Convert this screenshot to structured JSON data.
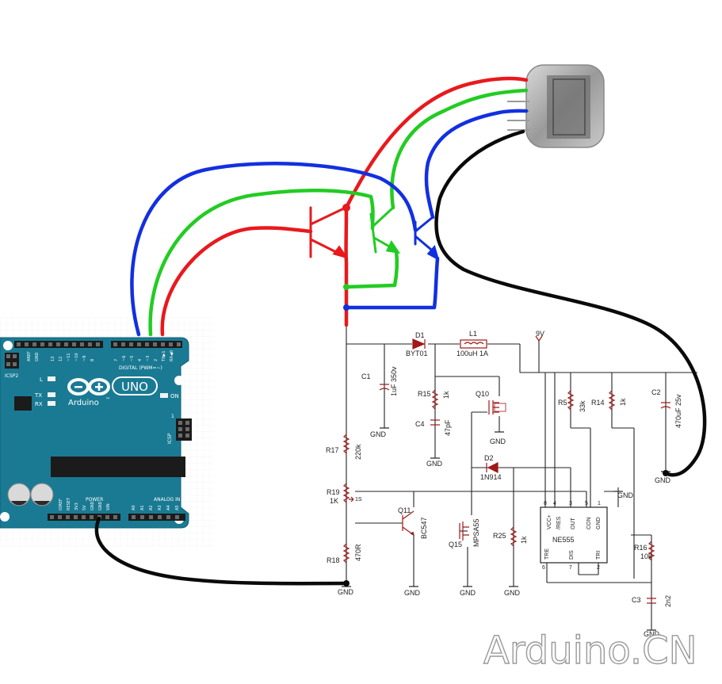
{
  "arduino": {
    "brand": "Arduino",
    "model": "UNO",
    "trademark": "™",
    "header_labels": [
      "AREF",
      "GND",
      "13",
      "12",
      "~11",
      "~10",
      "~9",
      "8",
      "7",
      "~6",
      "~5",
      "4",
      "~3",
      "2",
      "TX▶1",
      "RX◀0"
    ],
    "digital_label": "DIGITAL (PWM=~)",
    "icsp2_label": "ICSP2",
    "icsp_label": "ICSP",
    "led_l": "L",
    "led_tx": "TX",
    "led_rx": "RX",
    "on_label": "ON",
    "power_label": "POWER",
    "analog_label": "ANALOG IN",
    "power_pins": [
      "IOREF",
      "RESET",
      "3V3",
      "5V",
      "GND",
      "GND",
      "VIN"
    ],
    "analog_pins": [
      "A0",
      "A1",
      "A2",
      "A3",
      "A4",
      "A5"
    ],
    "icsp_pin_number": "1"
  },
  "schematic": {
    "supply": "9V",
    "components": {
      "D1": {
        "ref": "D1",
        "value": "BYT01"
      },
      "L1": {
        "ref": "L1",
        "value": "100uH 1A"
      },
      "C1": {
        "ref": "C1",
        "value": "1uF 350v"
      },
      "C2": {
        "ref": "C2",
        "value": "470uF 25v"
      },
      "C3": {
        "ref": "C3",
        "value": "2n2"
      },
      "C4": {
        "ref": "C4",
        "value": "47pF"
      },
      "R5": {
        "ref": "R5",
        "value": "33k"
      },
      "R14": {
        "ref": "R14",
        "value": "1k"
      },
      "R15": {
        "ref": "R15",
        "value": "1k"
      },
      "R16": {
        "ref": "R16",
        "value": "10k"
      },
      "R17": {
        "ref": "R17",
        "value": "220k"
      },
      "R18": {
        "ref": "R18",
        "value": "470R"
      },
      "R19": {
        "ref": "R19",
        "value": "1K"
      },
      "R25": {
        "ref": "R25",
        "value": "1k"
      },
      "Q10": {
        "ref": "Q10",
        "value": ""
      },
      "Q11": {
        "ref": "Q11",
        "value": "BC547"
      },
      "Q15": {
        "ref": "Q15",
        "value": "MPSA55"
      },
      "D2": {
        "ref": "D2",
        "value": "1N914"
      }
    },
    "ic": {
      "name": "NE555",
      "pins_top": [
        "VCC+",
        "/RES",
        "OUT",
        "CON",
        "GND"
      ],
      "pin_numbers_top": [
        "8",
        "4",
        "3",
        "5",
        "1"
      ],
      "pins_bottom": [
        "TRE",
        "DIS",
        "TRI"
      ],
      "pin_numbers_bottom": [
        "6",
        "7",
        "2"
      ]
    },
    "gnd_label": "GND",
    "r19_pin_label": "1S"
  },
  "watermark": "Arduino.CN",
  "colors": {
    "board": "#1a7a93",
    "wire_red": "#e8191d",
    "wire_green": "#22cc22",
    "wire_blue": "#1230e0",
    "wire_black": "#0a0a0a",
    "schematic_line": "#222222",
    "component": "#a01818"
  }
}
